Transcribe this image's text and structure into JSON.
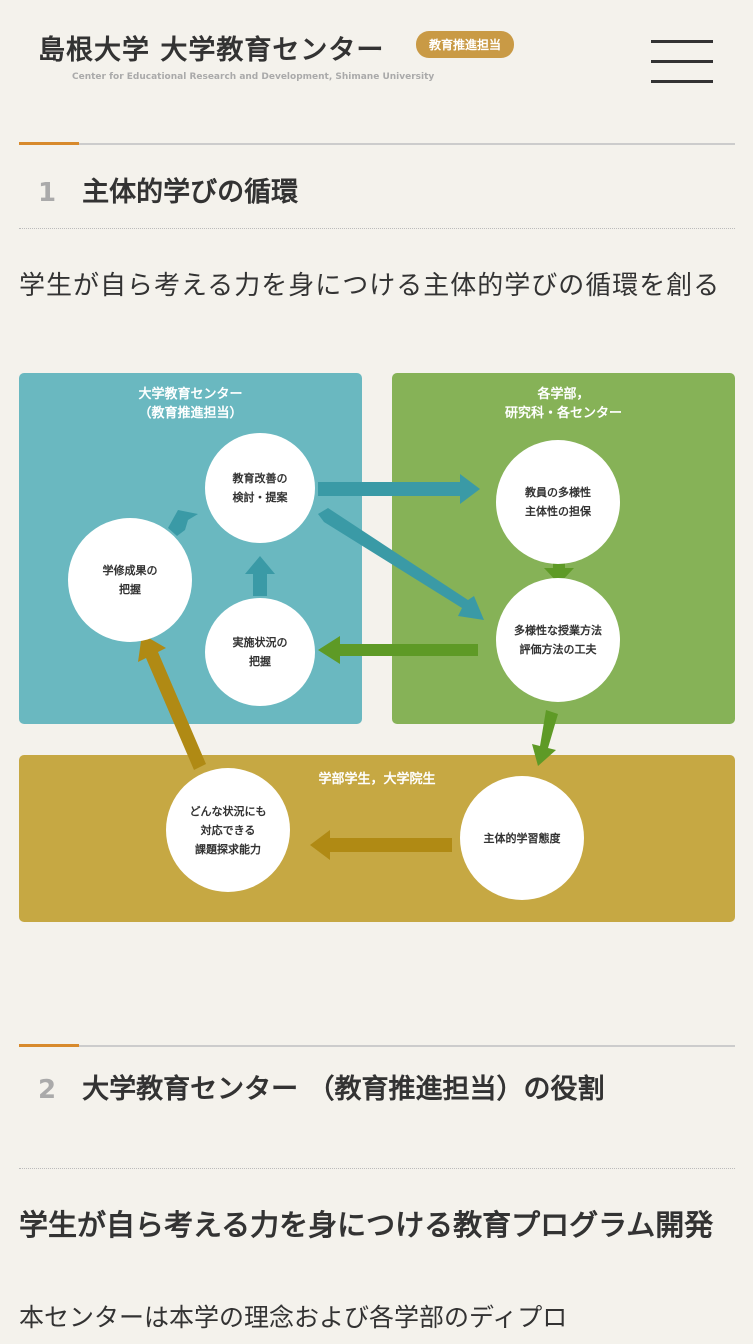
{
  "header": {
    "title": "島根大学 大学教育センター",
    "badge": "教育推進担当",
    "subtitle": "Center for Educational Research and Development, Shimane University",
    "menu_icon": "hamburger-icon"
  },
  "section1": {
    "number": "1",
    "title": "主体的学びの循環",
    "lead": "学生が自ら考える力を身につける主体的学びの循環を創る"
  },
  "diagram": {
    "colors": {
      "teal": "#6ab8c0",
      "green": "#86b257",
      "gold": "#c6a843"
    },
    "panel_center": "大学教育センター\n（教育推進担当）",
    "panel_faculty": "各学部，\n研究科・各センター",
    "panel_students": "学部学生，大学院生",
    "nodes": {
      "outcomes": "学修成果の\n把握",
      "improvement": "教育改善の\n検討・提案",
      "implementation": "実施状況の\n把握",
      "diversity": "教員の多様性\n主体性の担保",
      "methods": "多様性な授業方法\n評価方法の工夫",
      "attitude": "主体的学習態度",
      "ability": "どんな状況にも\n対応できる\n課題探求能力"
    }
  },
  "section2": {
    "number": "2",
    "title": "大学教育センター （教育推進担当）の役割",
    "heading": "学生が自ら考える力を身につける教育プログラム開発",
    "body": "本センターは本学の理念および各学部のディプロ"
  }
}
